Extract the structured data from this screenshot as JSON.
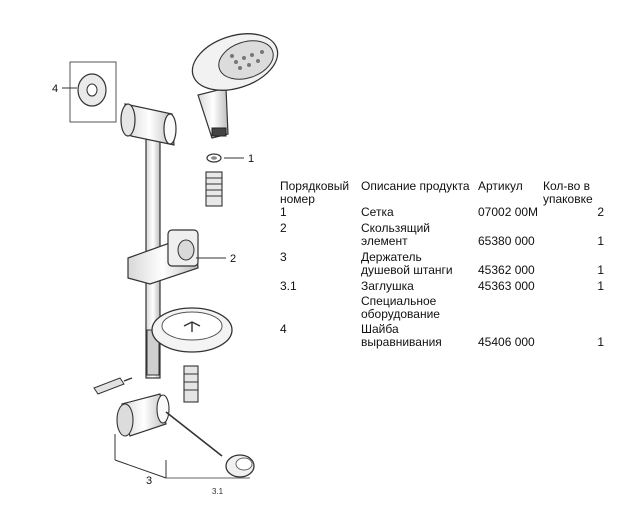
{
  "callouts": {
    "c1": "1",
    "c2": "2",
    "c3": "3",
    "c31": "3.1",
    "c4": "4"
  },
  "table": {
    "headers": {
      "num": "Порядковый номер",
      "desc": "Описание продукта",
      "art": "Артикул",
      "qty": "Кол-во в упаковке"
    },
    "rows": [
      {
        "num": "1",
        "desc_lines": [
          "Сетка"
        ],
        "art": "07002 00M",
        "qty": "2"
      },
      {
        "num": "2",
        "desc_lines": [
          "Скользящий",
          "элемент"
        ],
        "art": "65380 000",
        "qty": "1"
      },
      {
        "num": "3",
        "desc_lines": [
          "Держатель",
          "душевой штанги"
        ],
        "art": "45362 000",
        "qty": "1"
      },
      {
        "num": "3.1",
        "desc_lines": [
          "Заглушка"
        ],
        "art": "45363 000",
        "qty": "1"
      },
      {
        "num": "",
        "desc_lines": [
          "Специальное",
          "оборудование"
        ],
        "art": "",
        "qty": ""
      },
      {
        "num": "4",
        "desc_lines": [
          "Шайба",
          "выравнивания"
        ],
        "art": "45406 000",
        "qty": "1"
      }
    ]
  }
}
